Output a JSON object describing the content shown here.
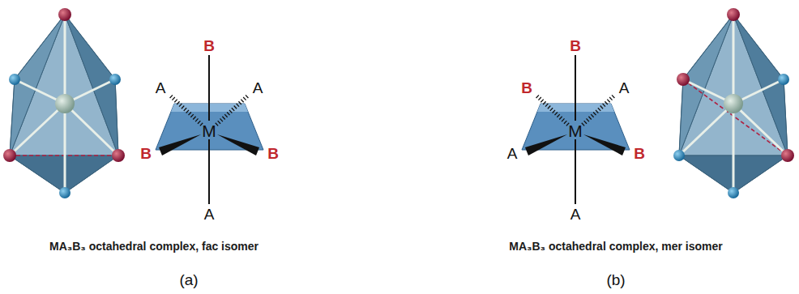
{
  "diagram": {
    "labels": [
      "B",
      "A",
      "A",
      "M",
      "B",
      "B",
      "A",
      "MA₃B₃ octahedral complex, fac isomer",
      "(a)",
      "B",
      "B",
      "A",
      "M",
      "A",
      "B",
      "A",
      "MA₃B₃ octahedral complex, mer isomer",
      "(b)"
    ]
  }
}
